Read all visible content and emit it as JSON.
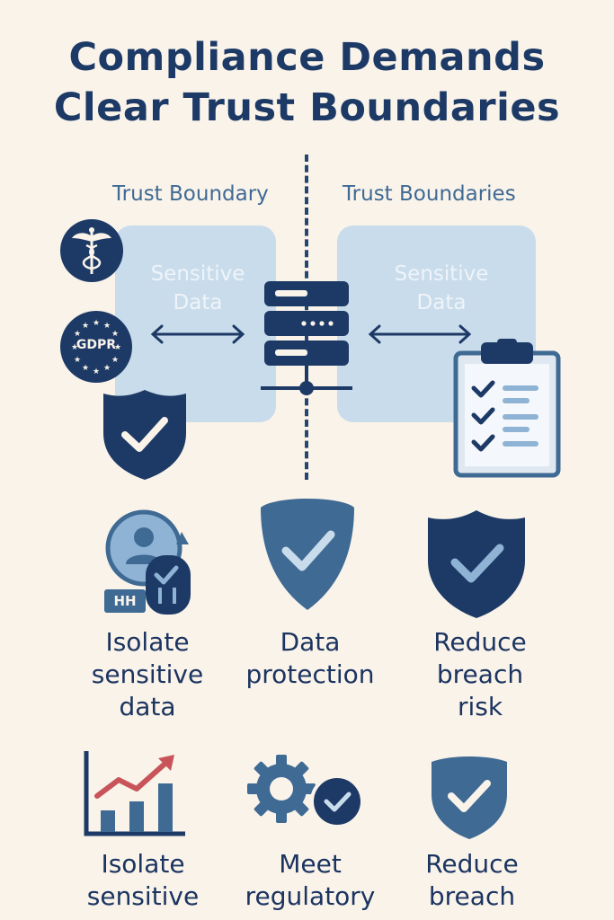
{
  "title": {
    "line1": "Compliance Demands",
    "line2": "Clear Trust Boundaries"
  },
  "left_zone": {
    "heading": "Trust Boundary",
    "panel_line1": "Sensitive",
    "panel_line2": "Data"
  },
  "right_zone": {
    "heading": "Trust Boundaries",
    "panel_line1": "Sensitive",
    "panel_line2": "Data"
  },
  "badges": {
    "gdpr": "GDPR",
    "card_text": "HH"
  },
  "benefits_row1": [
    {
      "line1": "Isolate",
      "line2": "sensitive",
      "line3": "data"
    },
    {
      "line1": "Data",
      "line2": "protection",
      "line3": ""
    },
    {
      "line1": "Reduce",
      "line2": "breach",
      "line3": "risk"
    }
  ],
  "benefits_row2": [
    {
      "line1": "Isolate",
      "line2": "sensitive"
    },
    {
      "line1": "Meet",
      "line2": "regulatory"
    },
    {
      "line1": "Reduce",
      "line2": "breach"
    }
  ],
  "colors": {
    "background": "#f9f3ea",
    "navy": "#1d3a66",
    "mid_blue": "#3f6a94",
    "panel_blue": "#c9dceb",
    "accent_red": "#c8545a"
  }
}
